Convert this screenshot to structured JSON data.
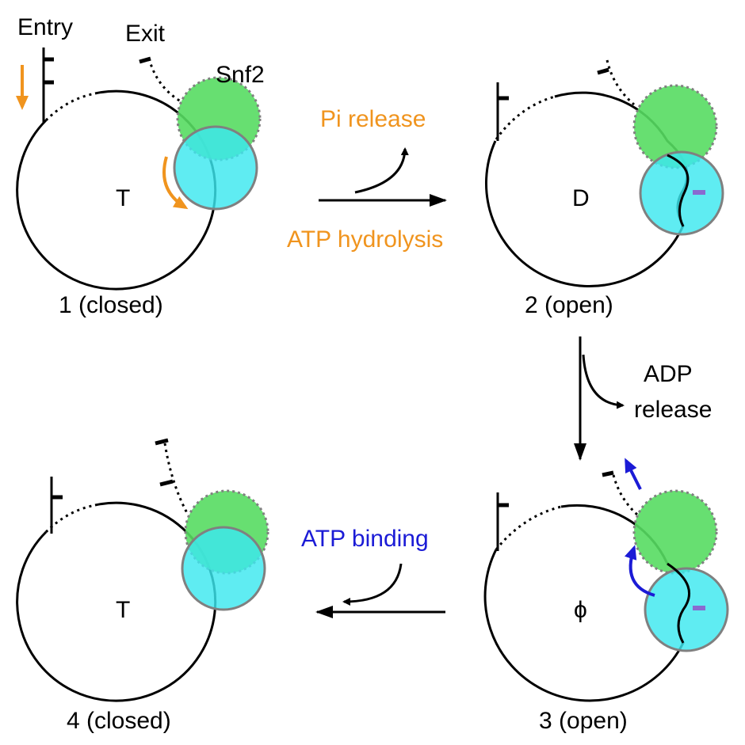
{
  "labels": {
    "entry": "Entry",
    "exit": "Exit",
    "snf2": "Snf2",
    "pi_release": "Pi release",
    "atp_hydrolysis": "ATP hydrolysis",
    "adp": "ADP",
    "release": "release",
    "atp_binding": "ATP binding"
  },
  "states": [
    {
      "caption": "1 (closed)",
      "symbol": "T"
    },
    {
      "caption": "2 (open)",
      "symbol": "D"
    },
    {
      "caption": "3 (open)",
      "symbol": "ϕ"
    },
    {
      "caption": "4 (closed)",
      "symbol": "T"
    }
  ],
  "colors": {
    "orange": "#f0941e",
    "blue": "#1b1bd6",
    "green_lobe": "#56dc62",
    "cyan_lobe": "#3ce8ef",
    "bump": "#8a6ad0"
  }
}
